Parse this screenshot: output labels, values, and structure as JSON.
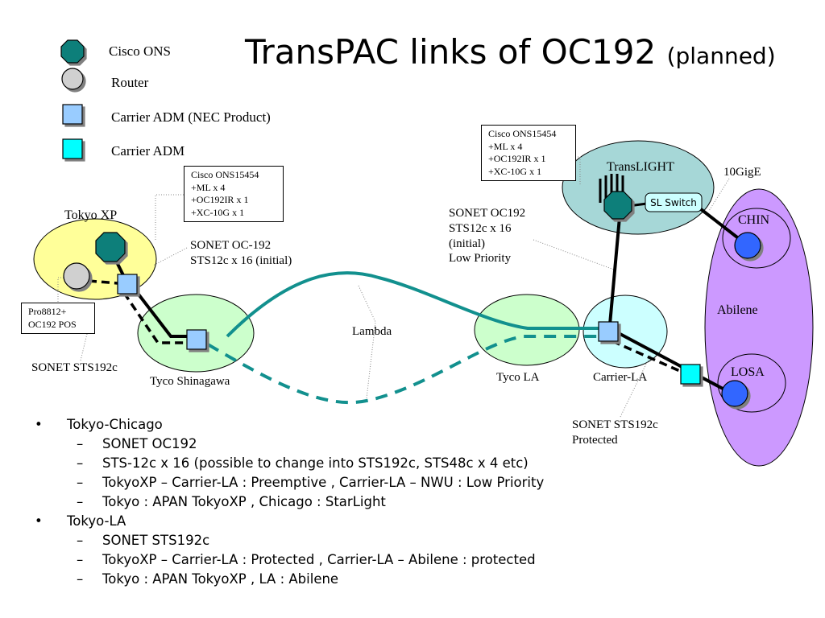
{
  "title": {
    "main": "TransPAC links of OC192",
    "suffix": "(planned)"
  },
  "legend": [
    {
      "label": "Cisco ONS",
      "icon": "cisco-ons-icon",
      "color": "#0d7f7a"
    },
    {
      "label": "Router",
      "icon": "router-icon",
      "color": "#d0d0d0"
    },
    {
      "label": "Carrier ADM (NEC Product)",
      "icon": "carrier-adm-nec-icon",
      "color": "#99ccff"
    },
    {
      "label": "Carrier ADM",
      "icon": "carrier-adm-icon",
      "color": "#00ffff"
    }
  ],
  "sites": {
    "tokyo_xp": "Tokyo XP",
    "tyco_shinagawa": "Tyco Shinagawa",
    "tyco_la": "Tyco LA",
    "carrier_la": "Carrier-LA",
    "translight": "TransLIGHT",
    "abilene": "Abilene",
    "chin": "CHIN",
    "losa": "LOSA",
    "sl_switch": "SL Switch"
  },
  "boxes": {
    "ons_tokyo": [
      "Cisco ONS15454",
      "+ML x 4",
      "+OC192IR x 1",
      "+XC-10G x 1"
    ],
    "ons_translight": [
      "Cisco ONS15454",
      "+ML x 4",
      "+OC192IR x 1",
      "+XC-10G x 1"
    ],
    "pro8812": [
      "Pro8812+",
      "OC192 POS"
    ]
  },
  "labels": {
    "sonet_oc192_tokyo": [
      "SONET OC-192",
      "STS12c x 16 (initial)"
    ],
    "sonet_sts192c_left": "SONET STS192c",
    "lambda": "Lambda",
    "sonet_oc192_la": [
      "SONET OC192",
      "STS12c x 16",
      "(initial)",
      "Low Priority"
    ],
    "tengige": "10GigE",
    "sonet_sts192c_protected": [
      "SONET STS192c",
      "Protected"
    ]
  },
  "bullets": [
    {
      "level": 1,
      "text": "Tokyo-Chicago"
    },
    {
      "level": 2,
      "text": "SONET OC192"
    },
    {
      "level": 2,
      "text": "STS-12c x 16  (possible to change into STS192c, STS48c x 4 etc)"
    },
    {
      "level": 2,
      "text": "TokyoXP – Carrier-LA :  Preemptive  ,  Carrier-LA – NWU : Low Priority"
    },
    {
      "level": 2,
      "text": "Tokyo : APAN TokyoXP  ,  Chicago : StarLight"
    },
    {
      "level": 1,
      "text": "Tokyo-LA"
    },
    {
      "level": 2,
      "text": "SONET STS192c"
    },
    {
      "level": 2,
      "text": "TokyoXP – Carrier-LA : Protected  ,  Carrier-LA – Abilene : protected"
    },
    {
      "level": 2,
      "text": "Tokyo : APAN TokyoXP  ,  LA : Abilene"
    }
  ]
}
